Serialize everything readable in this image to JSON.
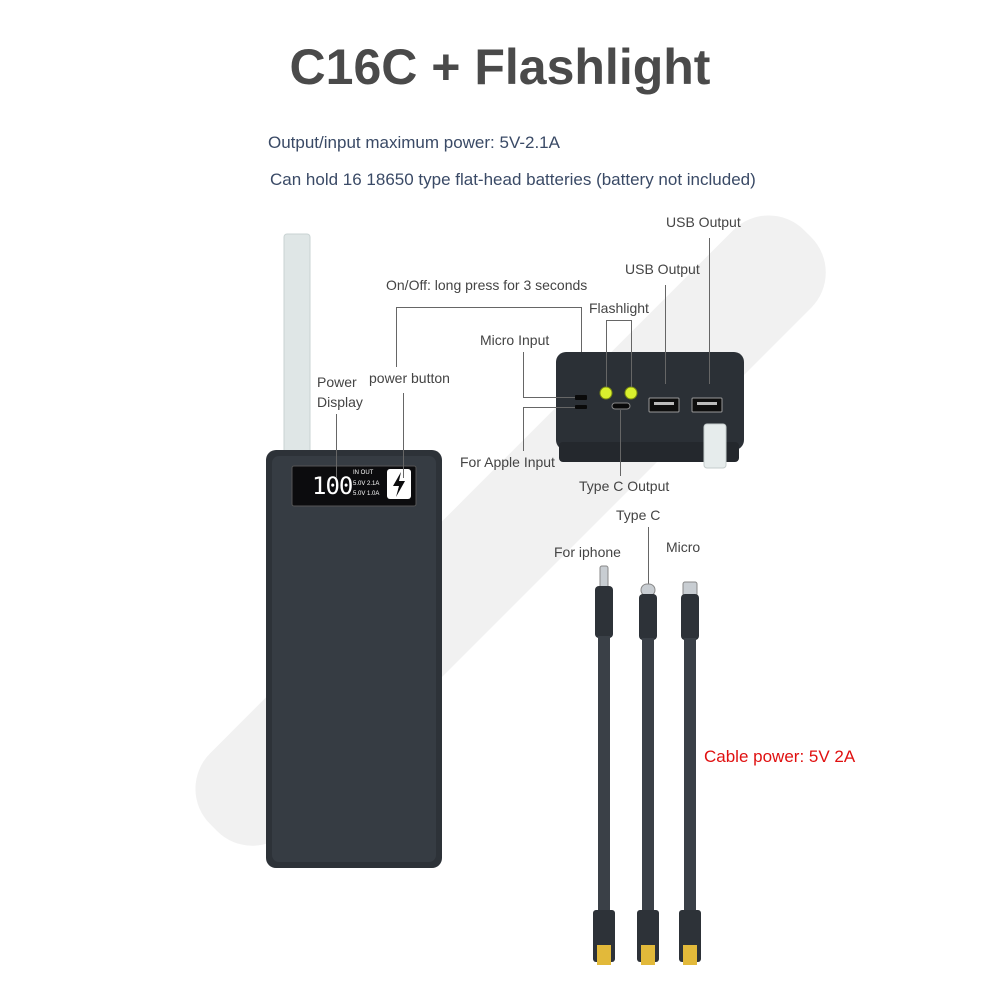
{
  "title": "C16C + Flashlight",
  "specs": {
    "line1": "Output/input maximum power: 5V-2.1A",
    "line2": "Can hold 16 18650 type flat-head batteries (battery not included)"
  },
  "labels": {
    "usb_output_1": "USB Output",
    "usb_output_2": "USB Output",
    "on_off": "On/Off: long press for 3 seconds",
    "flashlight": "Flashlight",
    "micro_input": "Micro Input",
    "power_display_1": "Power",
    "power_display_2": "Display",
    "power_button": "power button",
    "apple_input": "For Apple Input",
    "type_c_output": "Type C Output",
    "cable_type_c": "Type C",
    "cable_iphone": "For iphone",
    "cable_micro": "Micro",
    "cable_power": "Cable power: 5V 2A"
  },
  "display": {
    "digits": "100",
    "in_out": "IN OUT",
    "rating1": "5.0V 2.1A",
    "rating2": "5.0V 1.0A"
  },
  "colors": {
    "body": "#2d3238",
    "title": "#4a4a4a",
    "spec": "#3a4a66",
    "red": "#e01010"
  }
}
